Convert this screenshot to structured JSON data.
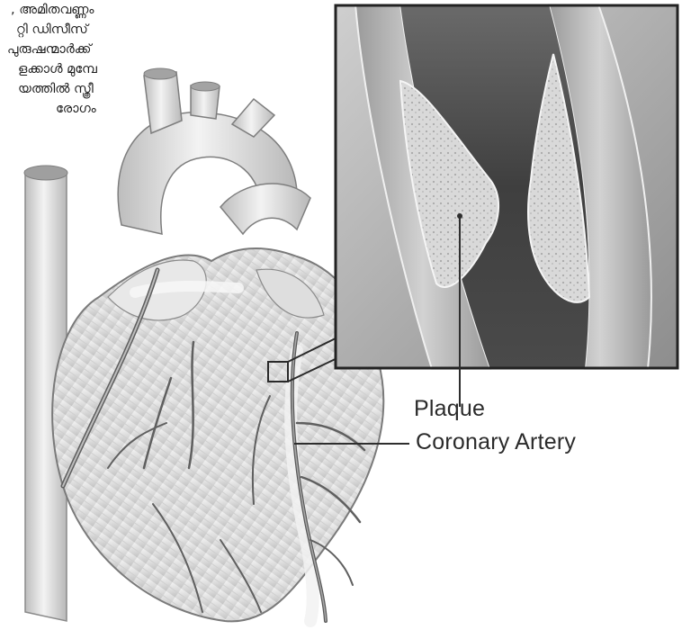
{
  "paragraph": {
    "lines": [
      ", അമിതവണ്ണം",
      "റ്റി ഡിസീസ്",
      "പുരുഷന്മാർക്ക്",
      "ളക്കാൾ മുമ്പേ",
      "യത്തിൽ സ്ത്രീ",
      "രോഗം"
    ]
  },
  "labels": {
    "plaque": "Plaque",
    "coronary_artery": "Coronary Artery"
  }
}
